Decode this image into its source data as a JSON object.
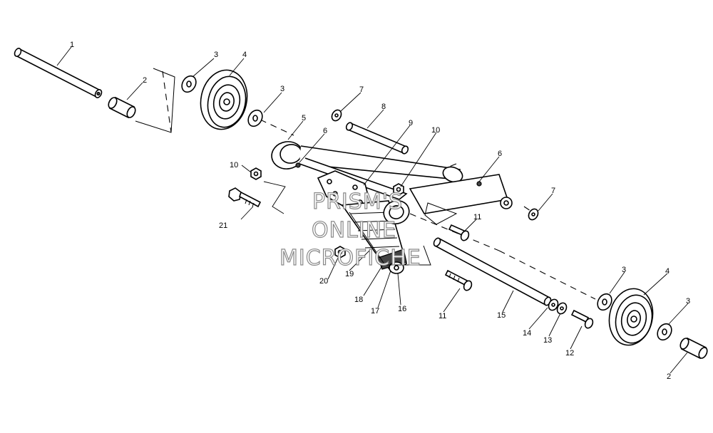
{
  "watermark": {
    "line1": "PRISM'S",
    "line2": "ONLINE",
    "line3": "MICROFICHE"
  },
  "callouts": [
    {
      "id": "c1",
      "text": "1"
    },
    {
      "id": "c2a",
      "text": "2"
    },
    {
      "id": "c3a",
      "text": "3"
    },
    {
      "id": "c4a",
      "text": "4"
    },
    {
      "id": "c3b",
      "text": "3"
    },
    {
      "id": "c5",
      "text": "5"
    },
    {
      "id": "c6a",
      "text": "6"
    },
    {
      "id": "c7a",
      "text": "7"
    },
    {
      "id": "c8",
      "text": "8"
    },
    {
      "id": "c9",
      "text": "9"
    },
    {
      "id": "c10a",
      "text": "10"
    },
    {
      "id": "c10b",
      "text": "10"
    },
    {
      "id": "c6b",
      "text": "6"
    },
    {
      "id": "c7b",
      "text": "7"
    },
    {
      "id": "c11a",
      "text": "11"
    },
    {
      "id": "c21",
      "text": "21"
    },
    {
      "id": "c19",
      "text": "19"
    },
    {
      "id": "c20",
      "text": "20"
    },
    {
      "id": "c18",
      "text": "18"
    },
    {
      "id": "c17",
      "text": "17"
    },
    {
      "id": "c16",
      "text": "16"
    },
    {
      "id": "c11b",
      "text": "11"
    },
    {
      "id": "c15",
      "text": "15"
    },
    {
      "id": "c14",
      "text": "14"
    },
    {
      "id": "c13",
      "text": "13"
    },
    {
      "id": "c12",
      "text": "12"
    },
    {
      "id": "c3c",
      "text": "3"
    },
    {
      "id": "c4b",
      "text": "4"
    },
    {
      "id": "c3d",
      "text": "3"
    },
    {
      "id": "c2b",
      "text": "2"
    }
  ]
}
